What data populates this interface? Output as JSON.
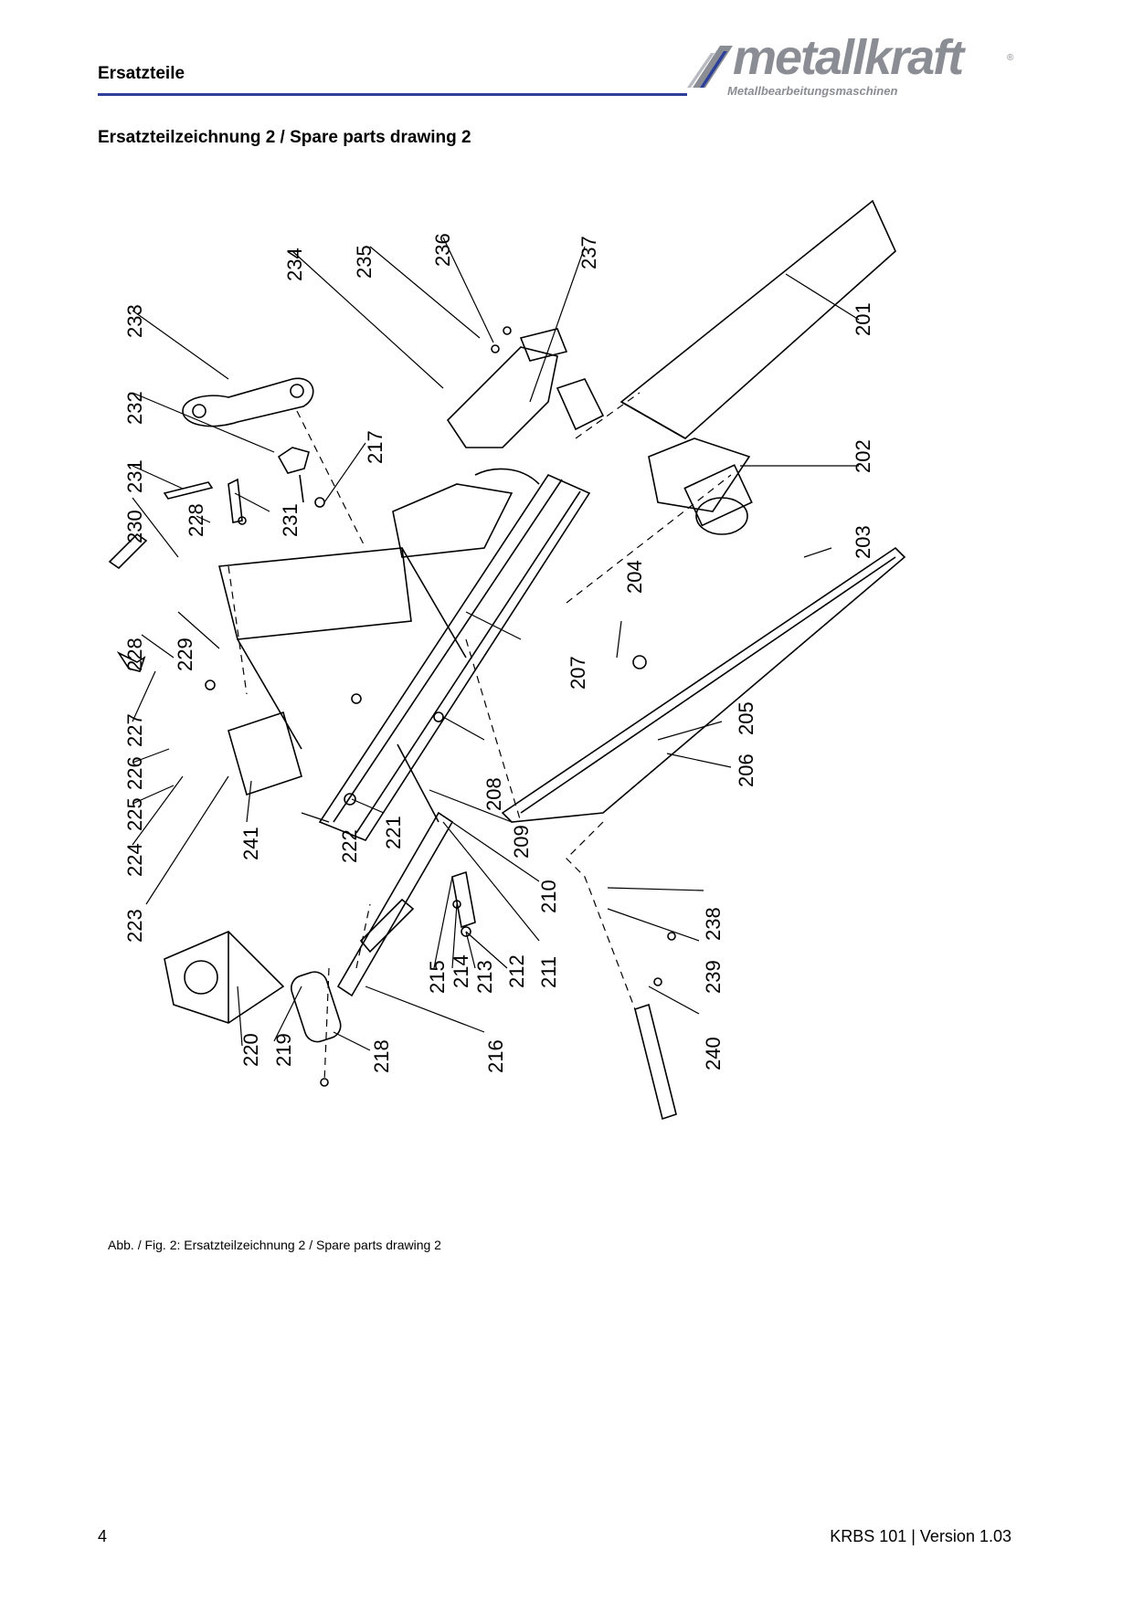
{
  "header": {
    "title": "Ersatzteile",
    "logo_text": "metallkraft",
    "logo_reg": "®",
    "logo_subtitle": "Metallbearbeitungsmaschinen",
    "rule_color": "#2c3f9a",
    "logo_color": "#8a8d93"
  },
  "section_title": "Ersatzteilzeichnung 2 / Spare parts drawing 2",
  "drawing": {
    "part_labels": [
      "201",
      "202",
      "203",
      "204",
      "205",
      "206",
      "207",
      "208",
      "209",
      "210",
      "211",
      "212",
      "213",
      "214",
      "215",
      "216",
      "217",
      "218",
      "219",
      "220",
      "221",
      "222",
      "223",
      "224",
      "225",
      "226",
      "227",
      "228",
      "228",
      "229",
      "230",
      "231",
      "231",
      "232",
      "233",
      "234",
      "235",
      "236",
      "237",
      "238",
      "239",
      "240",
      "241"
    ]
  },
  "caption": "Abb. / Fig. 2: Ersatzteilzeichnung 2 / Spare parts drawing 2",
  "footer": {
    "page_number": "4",
    "version": "KRBS 101 | Version 1.03"
  }
}
